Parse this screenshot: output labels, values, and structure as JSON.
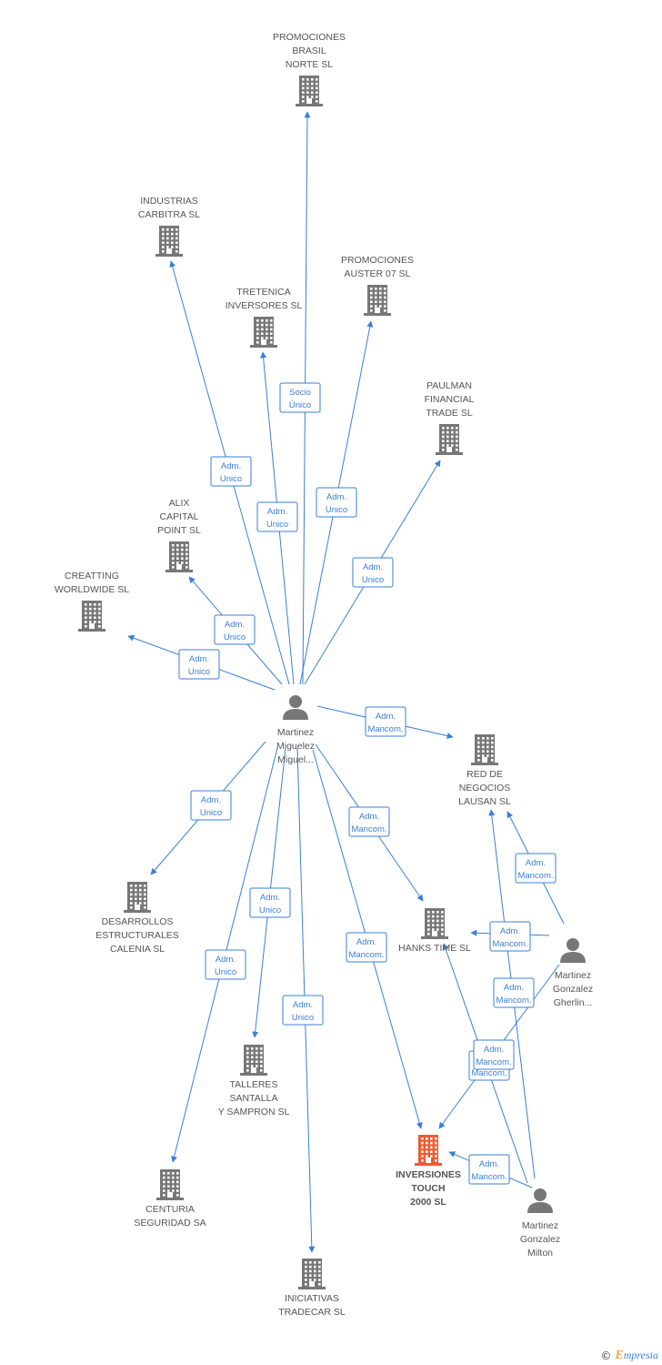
{
  "colors": {
    "edge": "#3a7fd5",
    "company": "#777777",
    "focus_company": "#f05a30",
    "person": "#777777"
  },
  "nodes": [
    {
      "id": "promociones_brasil",
      "kind": "company-icon",
      "lines": [
        "PROMOCIONES",
        "BRASIL",
        "NORTE SL"
      ]
    },
    {
      "id": "industrias_carbitra",
      "kind": "company-icon",
      "lines": [
        "INDUSTRIAS",
        "CARBITRA  SL"
      ]
    },
    {
      "id": "promociones_auster",
      "kind": "company-icon",
      "lines": [
        "PROMOCIONES",
        "AUSTER 07 SL"
      ]
    },
    {
      "id": "tretenica",
      "kind": "company-icon",
      "lines": [
        "TRETENICA",
        "INVERSORES SL"
      ]
    },
    {
      "id": "paulman",
      "kind": "company-icon",
      "lines": [
        "PAULMAN",
        "FINANCIAL",
        "TRADE SL"
      ]
    },
    {
      "id": "alix",
      "kind": "company-icon",
      "lines": [
        "ALIX",
        "CAPITAL",
        "POINT SL"
      ]
    },
    {
      "id": "creatting",
      "kind": "company-icon",
      "lines": [
        "CREATTING",
        "WORLDWIDE SL"
      ]
    },
    {
      "id": "martinez_miguelez",
      "kind": "person-icon",
      "lines": [
        "Martinez",
        "Miguelez",
        "Miguel..."
      ]
    },
    {
      "id": "red_negocios",
      "kind": "company-icon",
      "lines": [
        "RED DE",
        "NEGOCIOS",
        "LAUSAN SL"
      ]
    },
    {
      "id": "desarrollos",
      "kind": "company-icon",
      "lines": [
        "DESARROLLOS",
        "ESTRUCTURALES",
        "CALENIA SL"
      ]
    },
    {
      "id": "hanks_time",
      "kind": "company-icon",
      "lines": [
        "HANKS TIME SL"
      ]
    },
    {
      "id": "martinez_gherlin",
      "kind": "person-icon",
      "lines": [
        "Martinez",
        "Gonzalez",
        "Gherlin..."
      ]
    },
    {
      "id": "talleres",
      "kind": "company-icon",
      "lines": [
        "TALLERES",
        "SANTALLA",
        "Y SAMPRON SL"
      ]
    },
    {
      "id": "inversiones_touch",
      "kind": "focus-company-icon",
      "lines": [
        "INVERSIONES",
        "TOUCH",
        "2000 SL"
      ]
    },
    {
      "id": "centuria",
      "kind": "company-icon",
      "lines": [
        "CENTURIA",
        "SEGURIDAD SA"
      ]
    },
    {
      "id": "martinez_milton",
      "kind": "person-icon",
      "lines": [
        "Martinez",
        "Gonzalez",
        "Milton"
      ]
    },
    {
      "id": "iniciativas",
      "kind": "company-icon",
      "lines": [
        "INICIATIVAS",
        "TRADECAR  SL"
      ]
    }
  ],
  "edges": [
    {
      "from": "martinez_miguelez",
      "to": "promociones_brasil",
      "label": [
        "Socio",
        "Único"
      ]
    },
    {
      "from": "martinez_miguelez",
      "to": "industrias_carbitra",
      "label": [
        "Adm.",
        "Unico"
      ]
    },
    {
      "from": "martinez_miguelez",
      "to": "tretenica",
      "label": [
        "Adm.",
        "Unico"
      ]
    },
    {
      "from": "martinez_miguelez",
      "to": "promociones_auster",
      "label": [
        "Adm.",
        "Unico"
      ]
    },
    {
      "from": "martinez_miguelez",
      "to": "paulman",
      "label": [
        "Adm.",
        "Unico"
      ]
    },
    {
      "from": "martinez_miguelez",
      "to": "alix",
      "label": [
        "Adm.",
        "Unico"
      ]
    },
    {
      "from": "martinez_miguelez",
      "to": "creatting",
      "label": [
        "Adm.",
        "Unico"
      ]
    },
    {
      "from": "martinez_miguelez",
      "to": "red_negocios",
      "label": [
        "Adm.",
        "Mancom."
      ]
    },
    {
      "from": "martinez_miguelez",
      "to": "desarrollos",
      "label": [
        "Adm.",
        "Unico"
      ]
    },
    {
      "from": "martinez_miguelez",
      "to": "hanks_time",
      "label": [
        "Adm.",
        "Mancom."
      ]
    },
    {
      "from": "martinez_miguelez",
      "to": "talleres",
      "label": [
        "Adm.",
        "Unico"
      ]
    },
    {
      "from": "martinez_miguelez",
      "to": "centuria",
      "label": [
        "Adm.",
        "Unico"
      ]
    },
    {
      "from": "martinez_miguelez",
      "to": "iniciativas",
      "label": [
        "Adm.",
        "Unico"
      ]
    },
    {
      "from": "martinez_miguelez",
      "to": "inversiones_touch",
      "label": [
        "Adm.",
        "Mancom."
      ]
    },
    {
      "from": "martinez_gherlin",
      "to": "red_negocios",
      "label": [
        "Adm.",
        "Mancom."
      ]
    },
    {
      "from": "martinez_gherlin",
      "to": "hanks_time",
      "label": [
        "Adm.",
        "Mancom."
      ]
    },
    {
      "from": "martinez_gherlin",
      "to": "inversiones_touch",
      "label": [
        "Adm.",
        "Mancom."
      ]
    },
    {
      "from": "martinez_milton",
      "to": "red_negocios",
      "label": [
        "Adm.",
        "Mancom."
      ]
    },
    {
      "from": "martinez_milton",
      "to": "hanks_time",
      "label": [
        "Adm.",
        "Mancom."
      ]
    },
    {
      "from": "martinez_milton",
      "to": "inversiones_touch",
      "label": [
        "Adm.",
        "Mancom."
      ]
    }
  ],
  "footer": {
    "copyright": "©",
    "brand_first": "E",
    "brand_rest": "mpresia"
  }
}
